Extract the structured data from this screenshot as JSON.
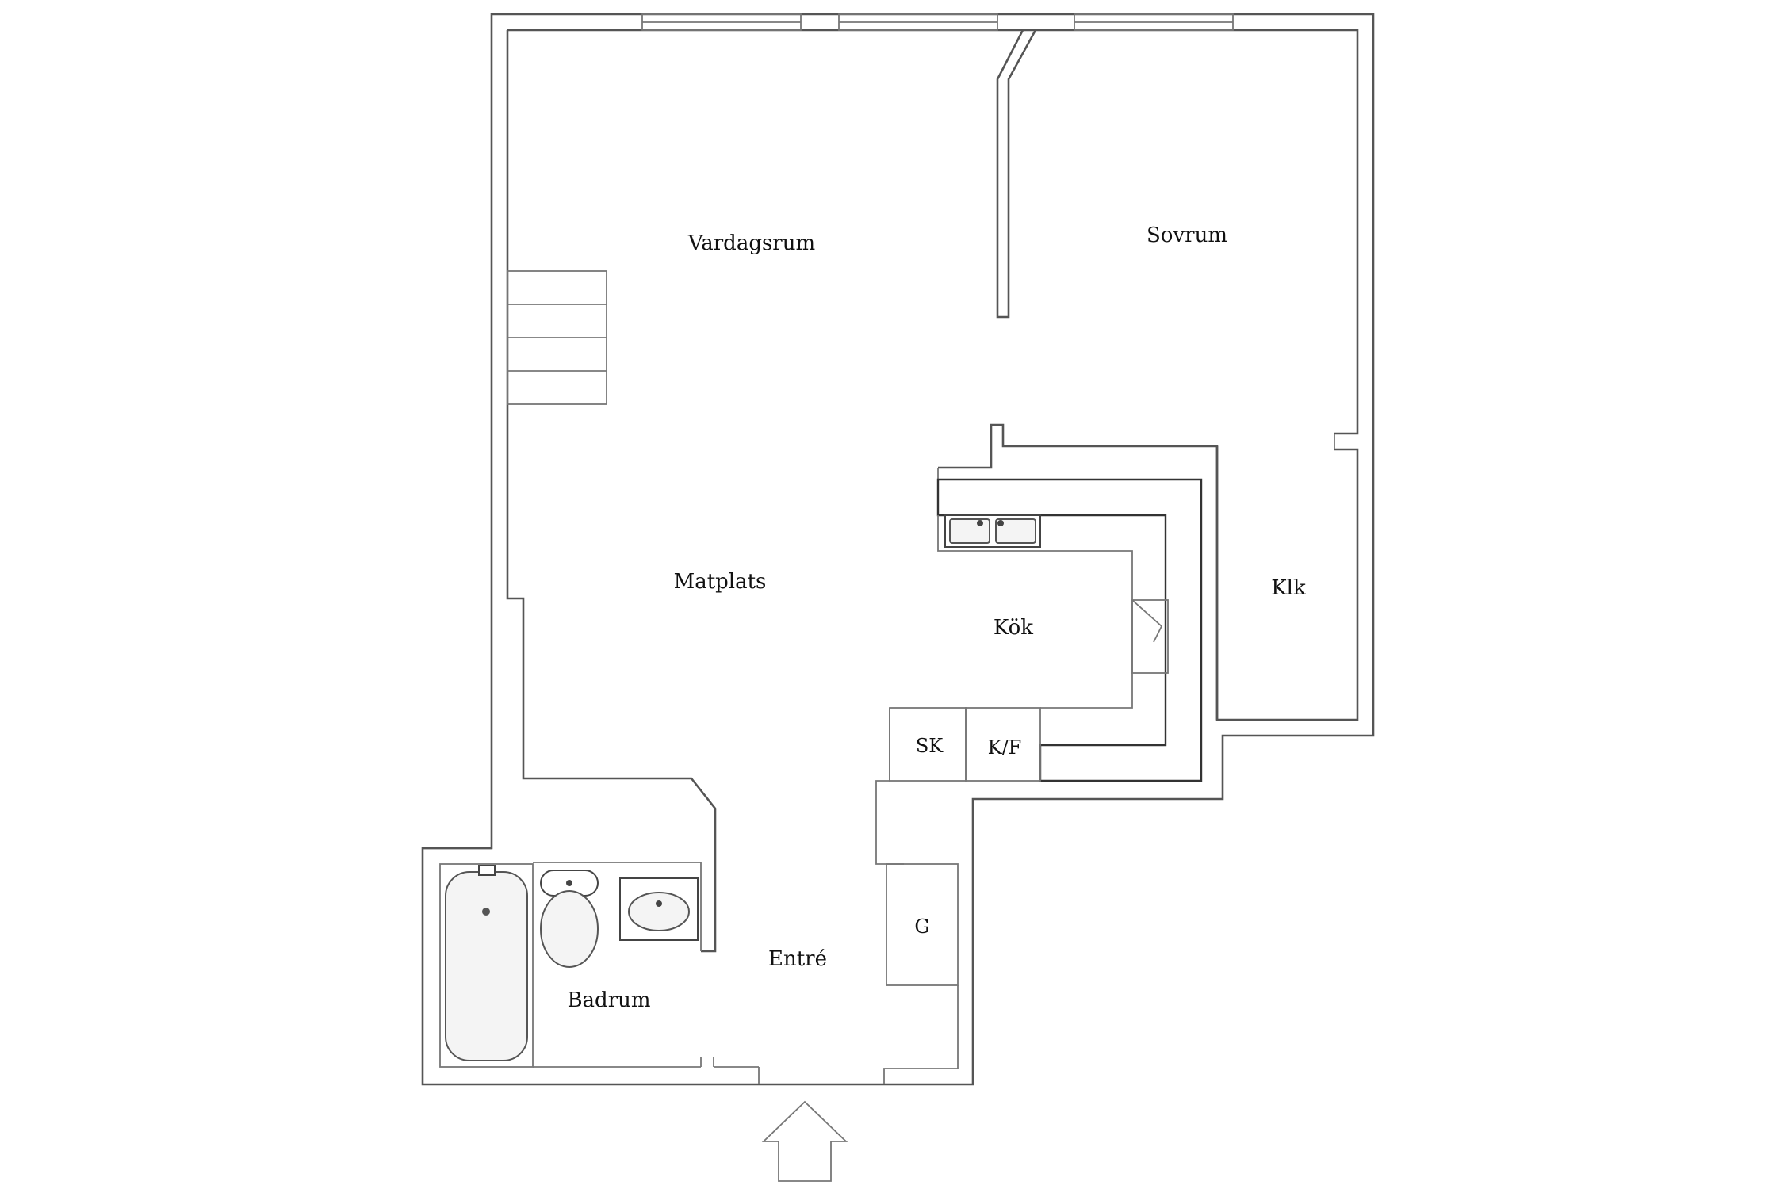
{
  "rooms": {
    "vardagsrum": "Vardagsrum",
    "sovrum": "Sovrum",
    "matplats": "Matplats",
    "kok": "Kök",
    "klk": "Klk",
    "badrum": "Badrum",
    "entre": "Entré"
  },
  "fixtures": {
    "sk": "SK",
    "kf": "K/F",
    "g": "G"
  },
  "icons": {
    "entrance": "arrow-up-icon",
    "bathtub": "bathtub-icon",
    "toilet": "toilet-icon",
    "basin": "sink-icon",
    "kitchen_sink": "double-sink-icon",
    "stairs": "stairs-icon"
  }
}
